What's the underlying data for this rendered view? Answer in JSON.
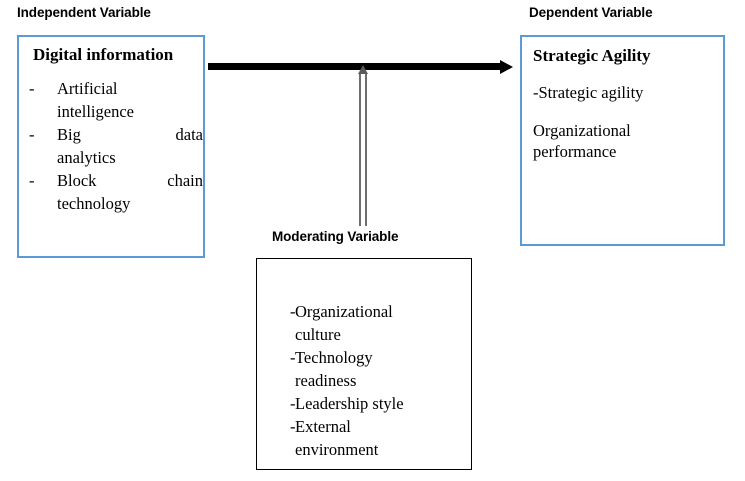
{
  "diagram": {
    "title_independent": "Independent Variable",
    "title_dependent": "Dependent Variable",
    "title_moderating": "Moderating Variable",
    "colors": {
      "box_border_blue": "#5B9BD5",
      "box_border_black": "#000000",
      "arrow_main": "#000000",
      "arrow_moderating": "#6f6f6f",
      "text": "#000000",
      "background": "#ffffff"
    },
    "independent": {
      "heading": "Digital information",
      "items": [
        {
          "dash": "-",
          "line1": "Artificial",
          "line2": "intelligence",
          "justify": false
        },
        {
          "dash": "-",
          "line1": "Big data",
          "line2": "analytics",
          "justify": true
        },
        {
          "dash": "-",
          "line1": "Block chain",
          "line2": "technology",
          "justify": true
        }
      ]
    },
    "dependent": {
      "heading": "Strategic Agility",
      "lines": [
        "-Strategic agility",
        "Organizational",
        "performance"
      ]
    },
    "moderating": {
      "items": [
        {
          "dash": "-",
          "line1": "Organizational",
          "line2": "culture"
        },
        {
          "dash": "-",
          "line1": "Technology",
          "line2": "readiness"
        },
        {
          "dash": "-",
          "line1": "Leadership style",
          "line2": ""
        },
        {
          "dash": "-",
          "line1": "External",
          "line2": "environment"
        }
      ]
    },
    "arrows": {
      "main": "arrow-right-independent-to-dependent",
      "moderating": "arrow-up-moderating-to-main"
    }
  }
}
